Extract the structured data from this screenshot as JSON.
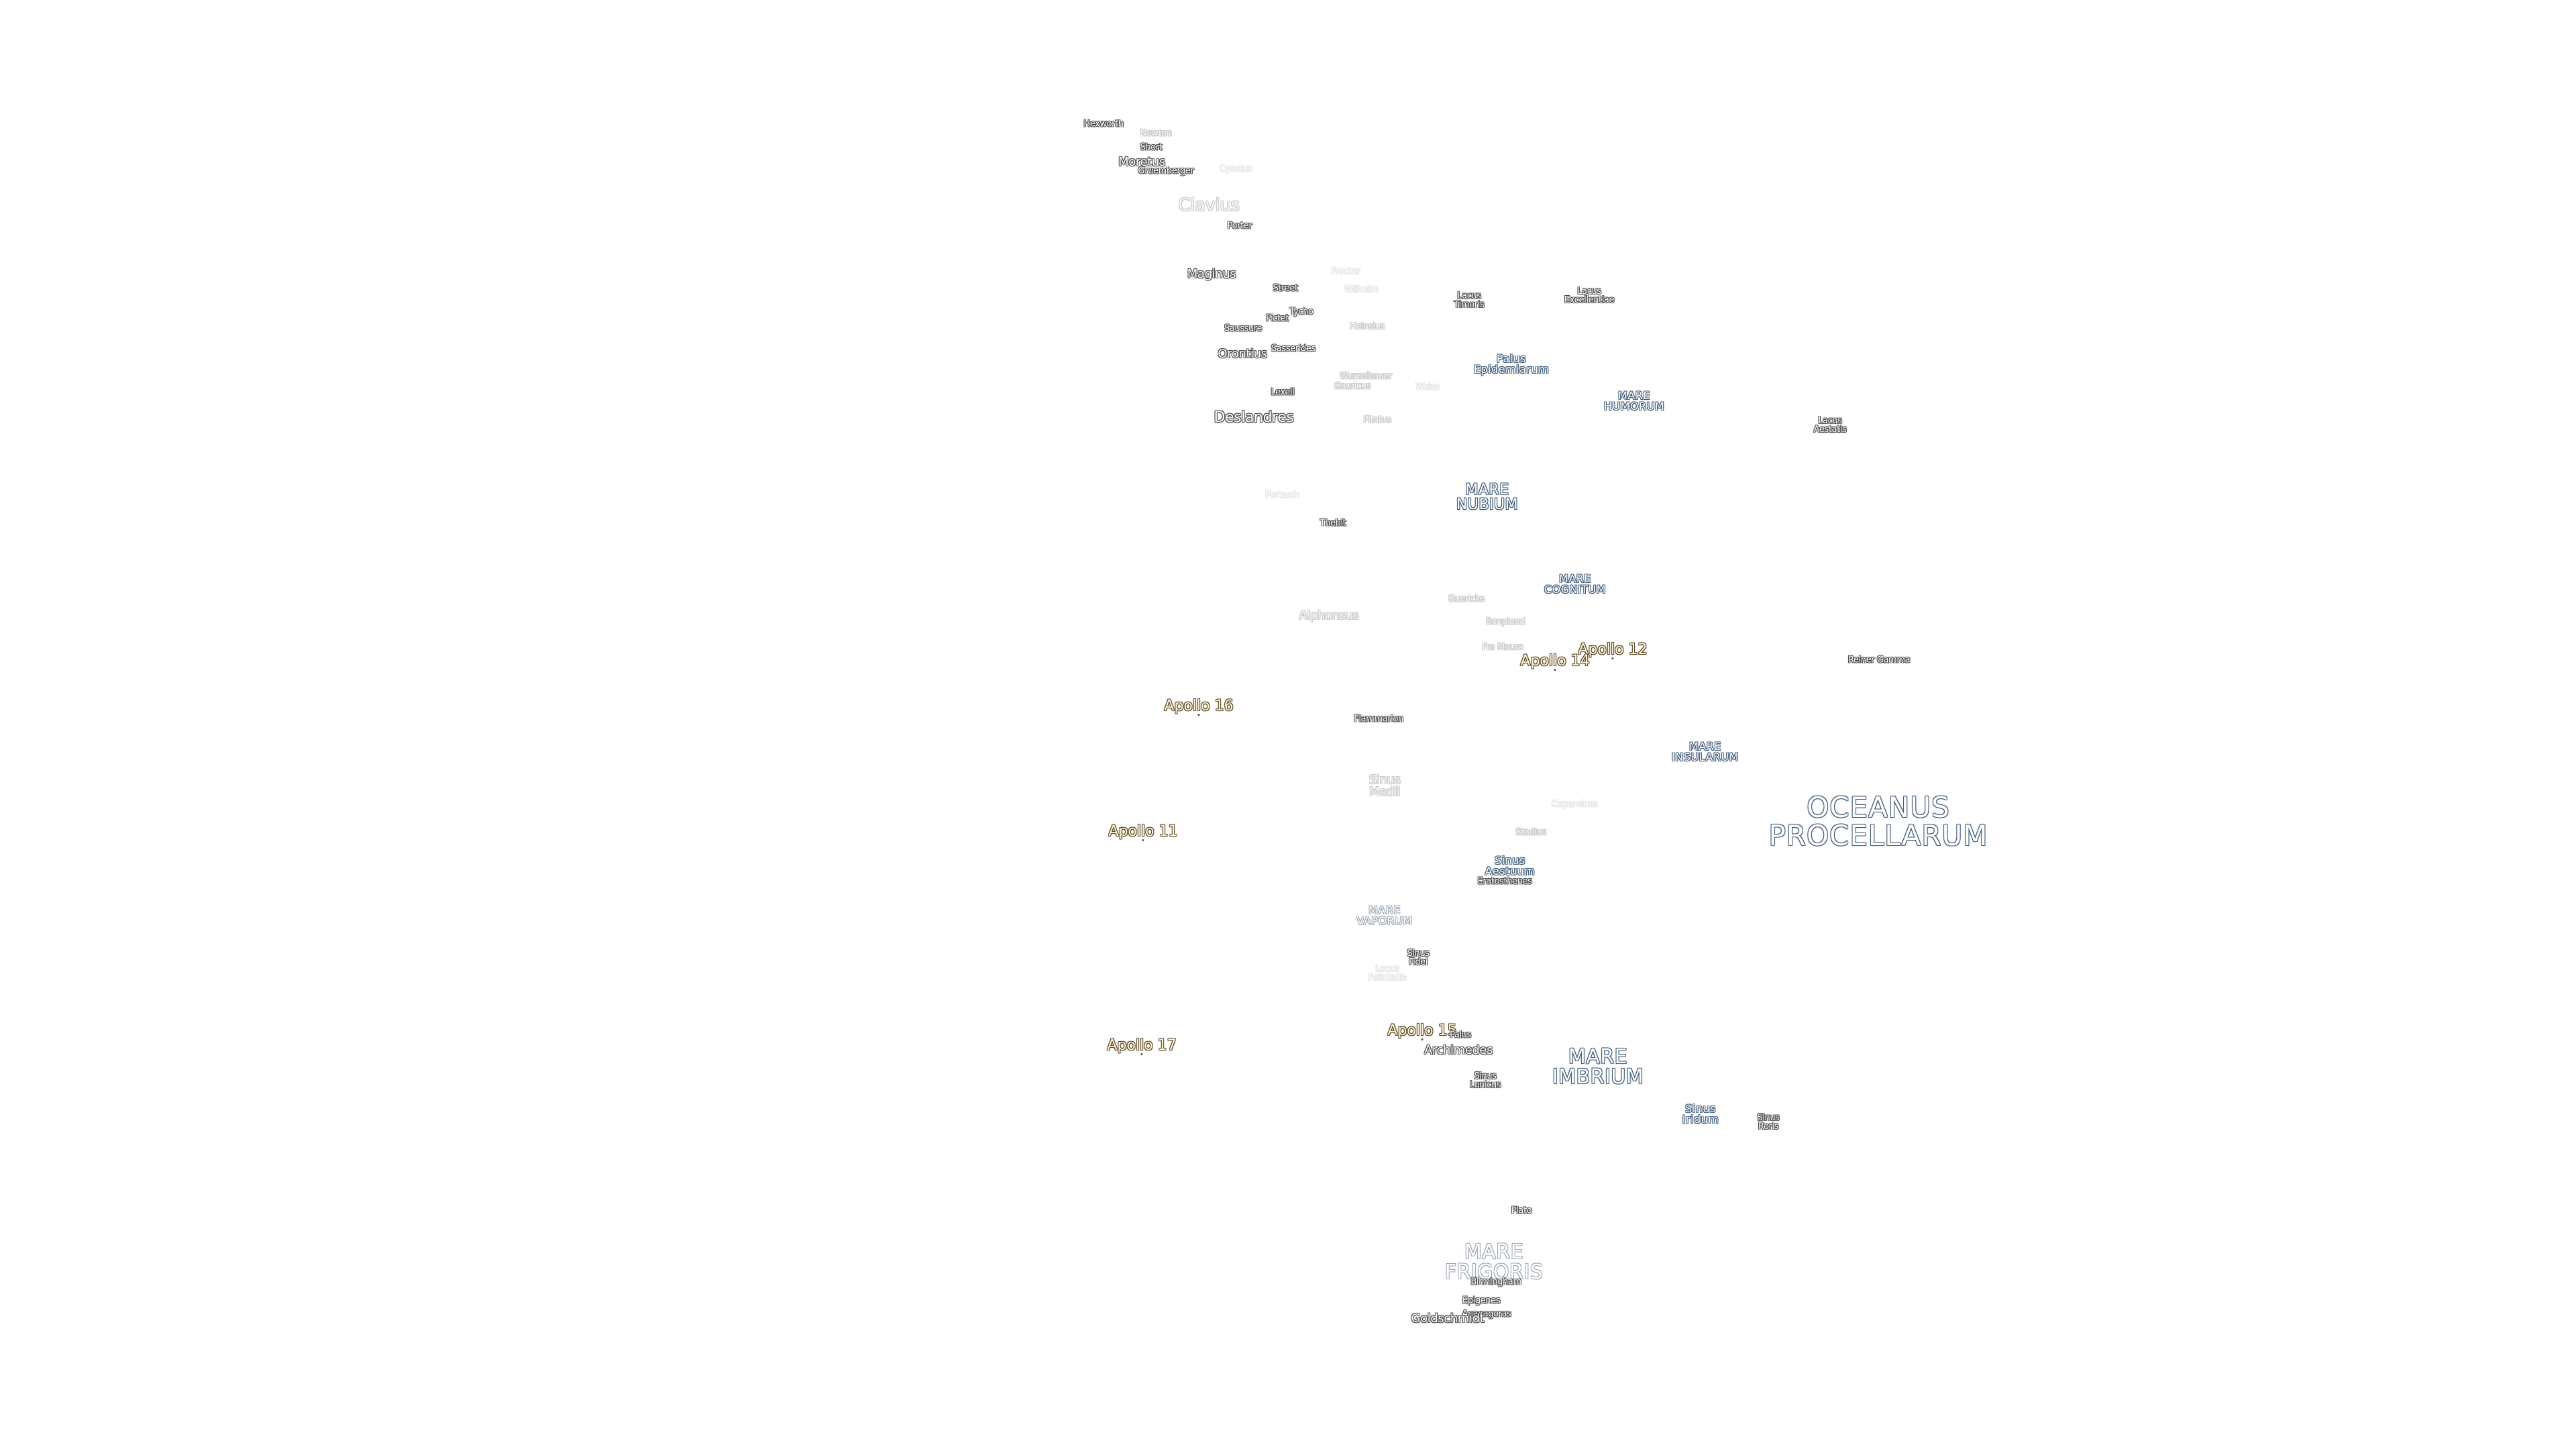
{
  "labels": {
    "hevelius_or_hexworth": "Hexworth",
    "newton": "Newton",
    "short": "Short",
    "moretus": "Moretus",
    "gruemberger": "Gruemberger",
    "cysatus": "Cysatus",
    "clavius": "Clavius",
    "porter": "Porter",
    "maginus": "Maginus",
    "street": "Street",
    "proctor": "Proctor",
    "wilhelm": "Wilhelm",
    "tycho": "Tycho",
    "pictet": "Pictet",
    "saussure": "Saussure",
    "heinsius": "Heinsius",
    "orontius": "Orontius",
    "sasserides": "Sasserides",
    "wurzelbauer": "Wurzelbauer",
    "gauricus": "Gauricus",
    "weiss": "Weiss",
    "lexell": "Lexell",
    "deslandres": "Deslandres",
    "pitatus": "Pitatus",
    "lacus_timoris_1": "Lacus",
    "lacus_timoris_2": "Timoris",
    "lacus_excellentiae_1": "Lacus",
    "lacus_excellentiae_2": "Excellentiae",
    "palus_epidemiarum_1": "Palus",
    "palus_epidemiarum_2": "Epidemiarum",
    "mare_humorum_1": "MARE",
    "mare_humorum_2": "HUMORUM",
    "lacus_aestatis_1": "Lacus",
    "lacus_aestatis_2": "Aestatis",
    "purbach": "Purbach",
    "thebit": "Thebit",
    "mare_nubium_1": "MARE",
    "mare_nubium_2": "NUBIUM",
    "mare_cognitum_1": "MARE",
    "mare_cognitum_2": "COGNITUM",
    "guericke": "Guericke",
    "bonpland": "Bonpland",
    "alphonsus": "Alphonsus",
    "fra_mauro": "Fra Mauro",
    "apollo_12": "Apollo 12",
    "apollo_14": "Apollo 14",
    "reiner_gamma": "Reiner Gamma",
    "apollo_16": "Apollo 16",
    "flammarion": "Flammarion",
    "mare_insularum_1": "MARE",
    "mare_insularum_2": "INSULARUM",
    "sinus_medii_1": "Sinus",
    "sinus_medii_2": "Medii",
    "copernicus": "Copernicus",
    "oceanus_procellarum_1": "OCEANUS",
    "oceanus_procellarum_2": "PROCELLARUM",
    "apollo_11": "Apollo 11",
    "stadius": "Stadius",
    "sinus_aestuum_1": "Sinus",
    "sinus_aestuum_2": "Aestuum",
    "eratosthenes": "Eratosthenes",
    "mare_vaporum_1": "MARE",
    "mare_vaporum_2": "VAPORUM",
    "sinus_fidei_1": "Sinus",
    "sinus_fidei_2": "Fidei",
    "lacus_felicitatis_1": "Lacus",
    "lacus_felicitatis_2": "Felicitatis",
    "apollo_17": "Apollo 17",
    "apollo_15": "Apollo 15",
    "palus_putredinis": "Palus",
    "archimedes": "Archimedes",
    "mare_imbrium_1": "MARE",
    "mare_imbrium_2": "IMBRIUM",
    "sinus_lunicus_1": "Sinus",
    "sinus_lunicus_2": "Lunicus",
    "sinus_iridum_1": "Sinus",
    "sinus_iridum_2": "Iridum",
    "sinus_roris_1": "Sinus",
    "sinus_roris_2": "Roris",
    "plato": "Plato",
    "mare_frigoris_1": "MARE",
    "mare_frigoris_2": "FRIGORIS",
    "birmingham": "Birmingham",
    "epigenes": "Epigenes",
    "anaxagoras": "Anaxagoras",
    "goldschmidt": "Goldschmidt"
  },
  "colors": {
    "background": "#ffffff",
    "crater_outline": "#4a4a4a",
    "mare_outline": "#3e5a78",
    "apollo_text": "#fff4d6",
    "apollo_outline": "#5a4a2a"
  }
}
